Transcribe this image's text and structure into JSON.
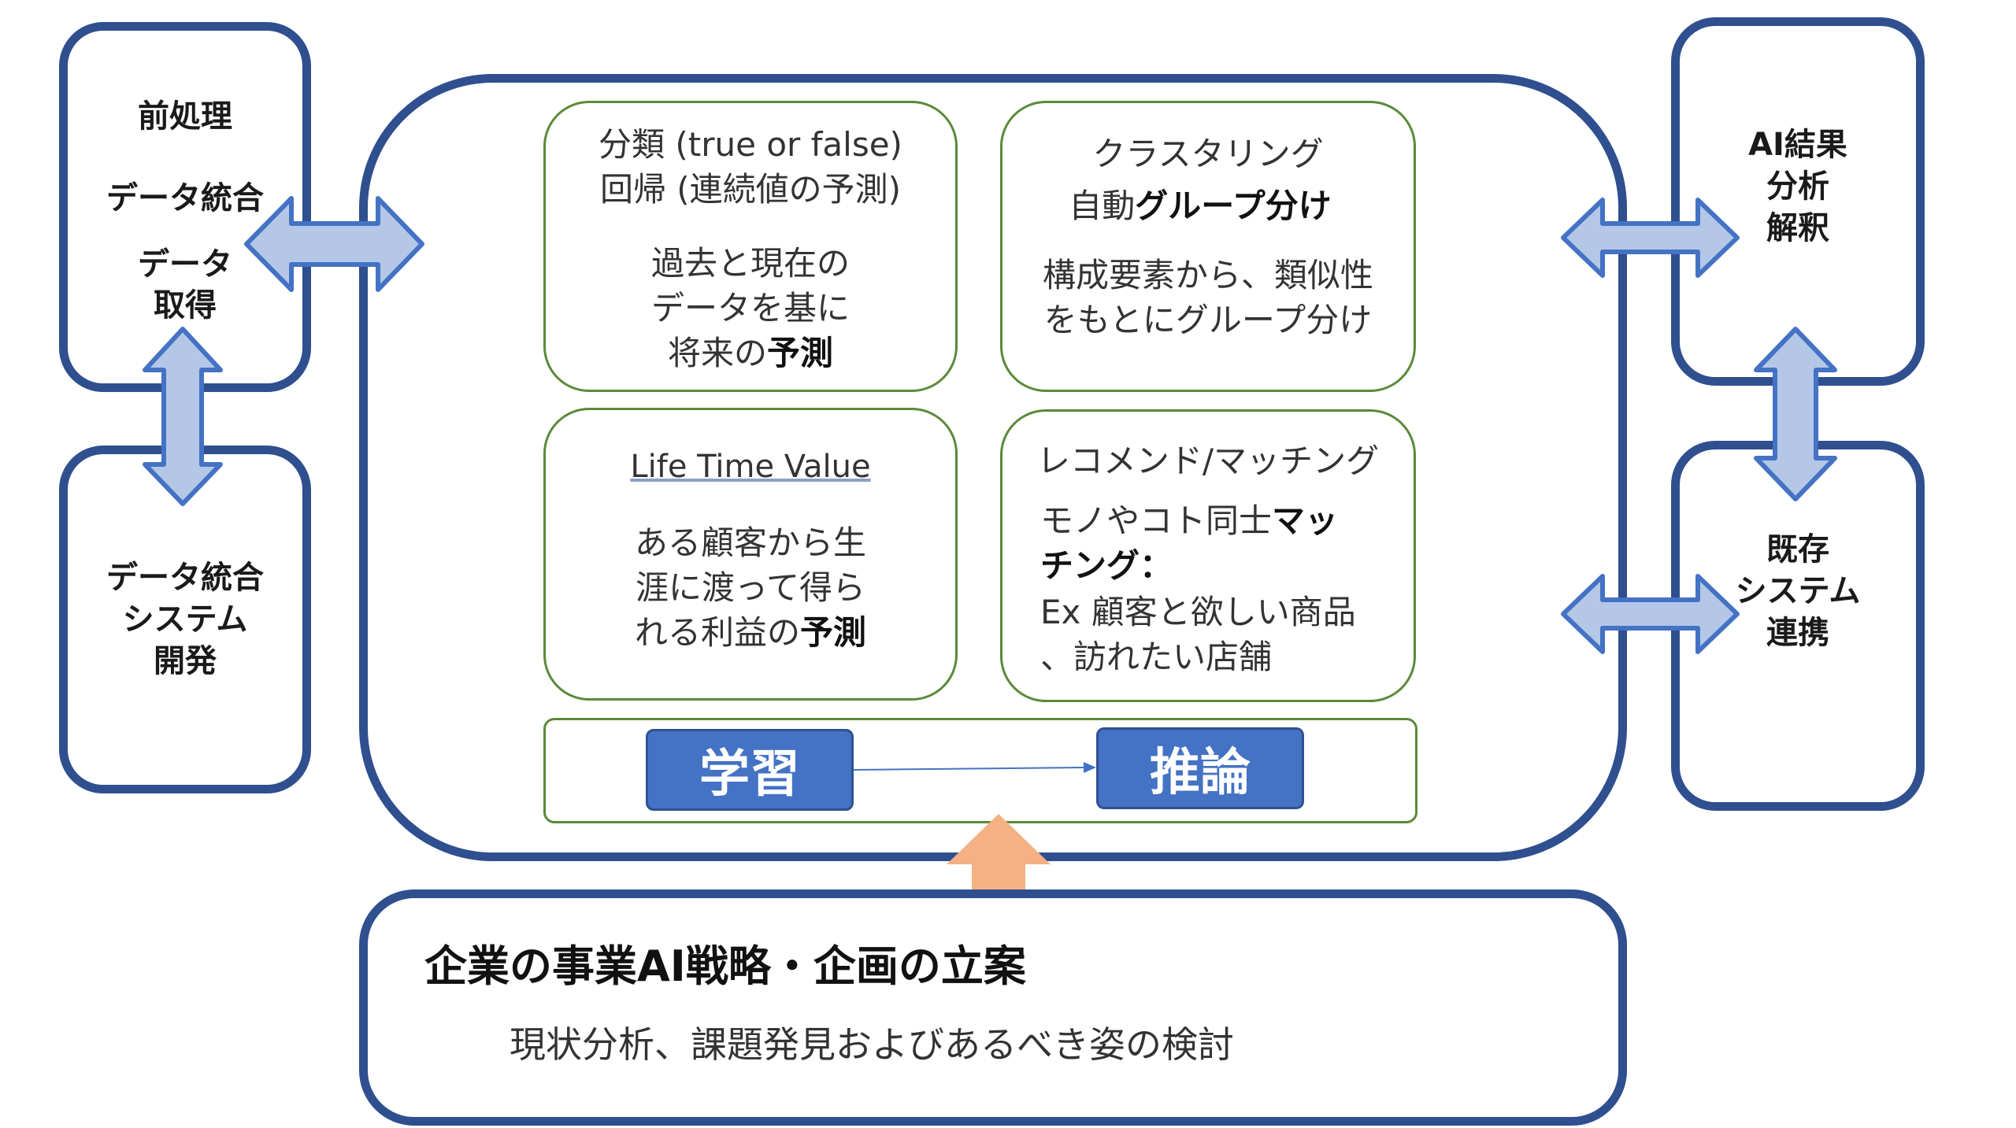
{
  "left_top_box": {
    "line1": "前処理",
    "line2": "データ統合",
    "line3": "データ",
    "line4": "取得"
  },
  "left_bottom_box": {
    "line1": "データ統合",
    "line2": "システム",
    "line3": "開発"
  },
  "right_top_box": {
    "line1": "AI結果",
    "line2": "分析",
    "line3": "解釈"
  },
  "right_bottom_box": {
    "line1": "既存",
    "line2": "システム",
    "line3": "連携"
  },
  "cell_prediction": {
    "title1": "分類 (true or false)",
    "title2": "回帰 (連続値の予測)",
    "desc1": "過去と現在の",
    "desc2": "データを基に",
    "desc3_normal": "将来の",
    "desc3_bold": "予測"
  },
  "cell_clustering": {
    "title1": "クラスタリング",
    "title2_normal": "自動",
    "title2_bold": "グループ分け",
    "desc1": "構成要素から、類似性",
    "desc2": "をもとにグループ分け"
  },
  "cell_ltv": {
    "title": "Life Time Value",
    "desc1": "ある顧客から生",
    "desc2": "涯に渡って得ら",
    "desc3_normal": "れる利益の",
    "desc3_bold": "予測"
  },
  "cell_recommend": {
    "title": "レコメンド/マッチング",
    "desc1_normal": "モノやコト同士",
    "desc1_bold": "マッ",
    "desc2_bold": "チング：",
    "desc3": "Ex 顧客と欲しい商品",
    "desc4": "、訪れたい店舗"
  },
  "flow": {
    "learn": "学習",
    "infer": "推論"
  },
  "strategy_box": {
    "title": "企業の事業AI戦略・企画の立案",
    "subtitle": "現状分析、課題発見およびあるべき姿の検討"
  },
  "colors": {
    "box_border": "#2f4f8f",
    "cell_border": "#5b8a3a",
    "double_arrow_fill": "#b4c7e7",
    "double_arrow_stroke": "#4472c4",
    "button_fill": "#4472c4",
    "up_arrow_fill": "#f4b183"
  }
}
